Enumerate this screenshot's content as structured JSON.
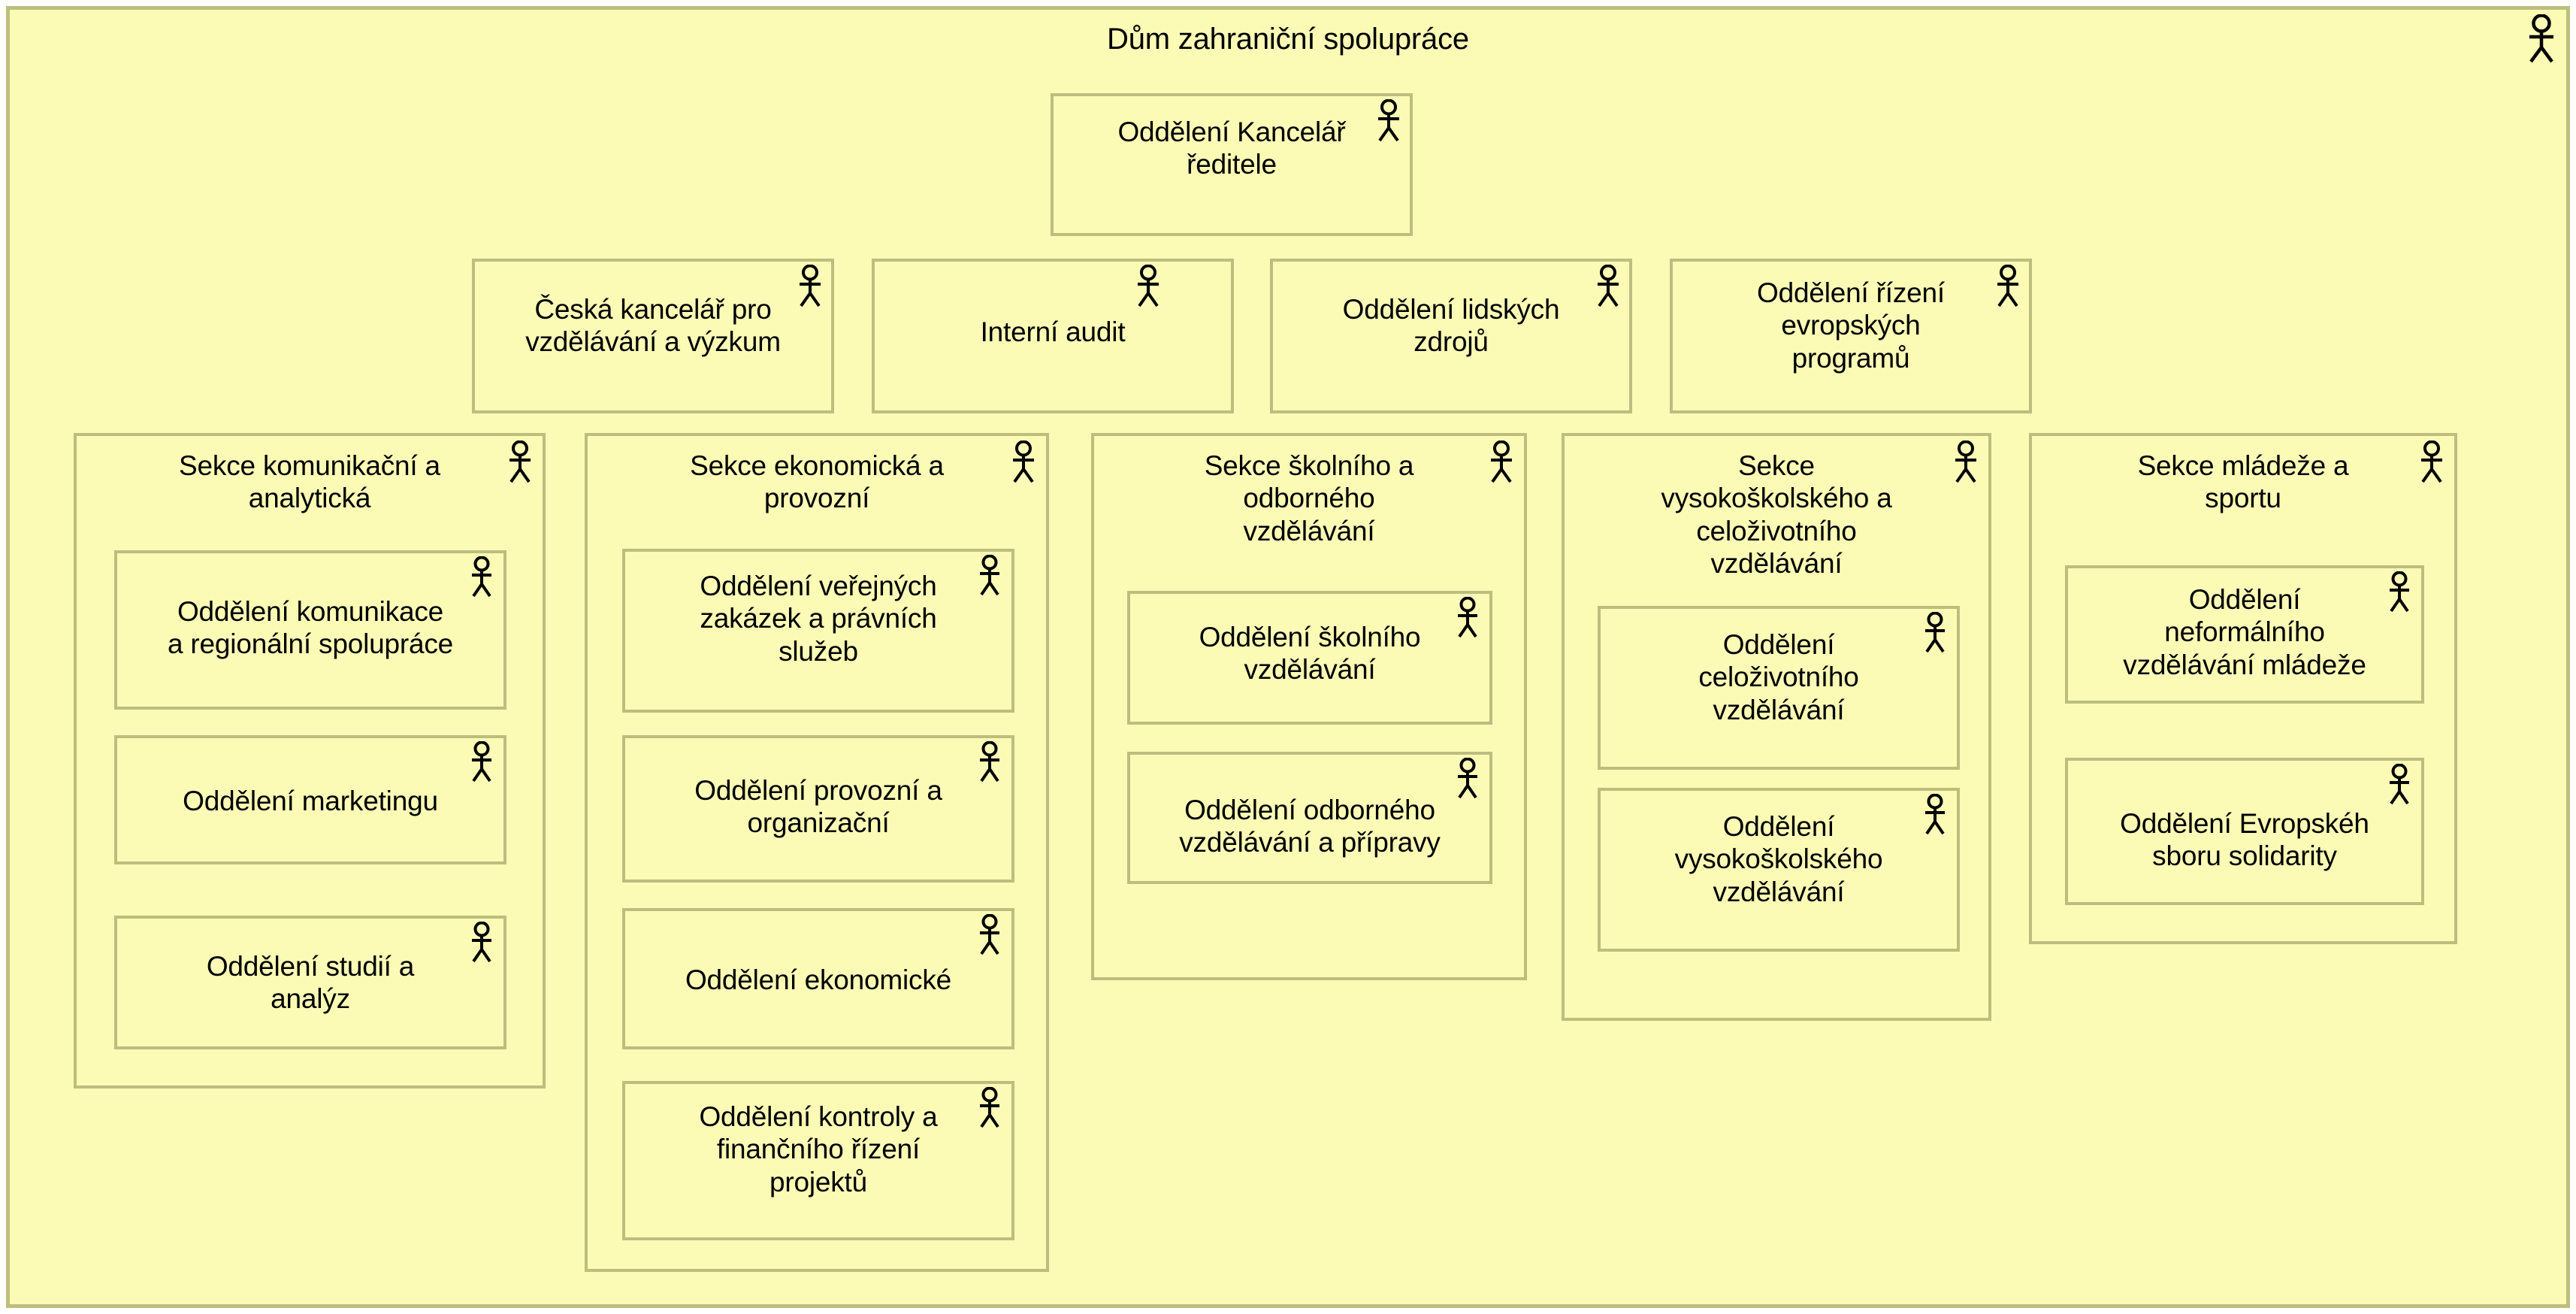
{
  "diagram": {
    "title": "Dům zahraniční spolupráce",
    "type": "organizational-structure",
    "colors": {
      "fill": "#fbfbb6",
      "border": "#bdbd7e",
      "text": "#000000",
      "page_background": "#ffffff"
    },
    "icon": "actor-icon",
    "root": {
      "name": "Dům zahraniční spolupráce"
    },
    "director_office": {
      "label": "Oddělení Kancelář\nředitele"
    },
    "staff_units": [
      {
        "label": "Česká kancelář pro\nvzdělávání a výzkum"
      },
      {
        "label": "Interní audit"
      },
      {
        "label": "Oddělení lidských\nzdrojů"
      },
      {
        "label": "Oddělení řízení\nevropských\nprogramů"
      }
    ],
    "sections": [
      {
        "label": "Sekce komunikační a\nanalytická",
        "departments": [
          {
            "label": "Oddělení komunikace\na regionální spolupráce"
          },
          {
            "label": "Oddělení marketingu"
          },
          {
            "label": "Oddělení studií a\nanalýz"
          }
        ]
      },
      {
        "label": "Sekce ekonomická a\nprovozní",
        "departments": [
          {
            "label": "Oddělení veřejných\nzakázek a právních\nslužeb"
          },
          {
            "label": "Oddělení provozní a\norganizační"
          },
          {
            "label": "Oddělení ekonomické"
          },
          {
            "label": "Oddělení kontroly a\nfinančního řízení\nprojektů"
          }
        ]
      },
      {
        "label": "Sekce školního a\nodborného\nvzdělávání",
        "departments": [
          {
            "label": "Oddělení školního\nvzdělávání"
          },
          {
            "label": "Oddělení odborného\nvzdělávání a přípravy"
          }
        ]
      },
      {
        "label": "Sekce\nvysokoškolského a\nceloživotního\nvzdělávání",
        "departments": [
          {
            "label": "Oddělení\nceloživotního\nvzdělávání"
          },
          {
            "label": "Oddělení\nvysokoškolského\nvzdělávání"
          }
        ]
      },
      {
        "label": "Sekce mládeže a\nsportu",
        "departments": [
          {
            "label": "Oddělení\nneformálního\nvzdělávání mládeže"
          },
          {
            "label": "Oddělení Evropskéh\nsboru solidarity"
          }
        ]
      }
    ]
  }
}
